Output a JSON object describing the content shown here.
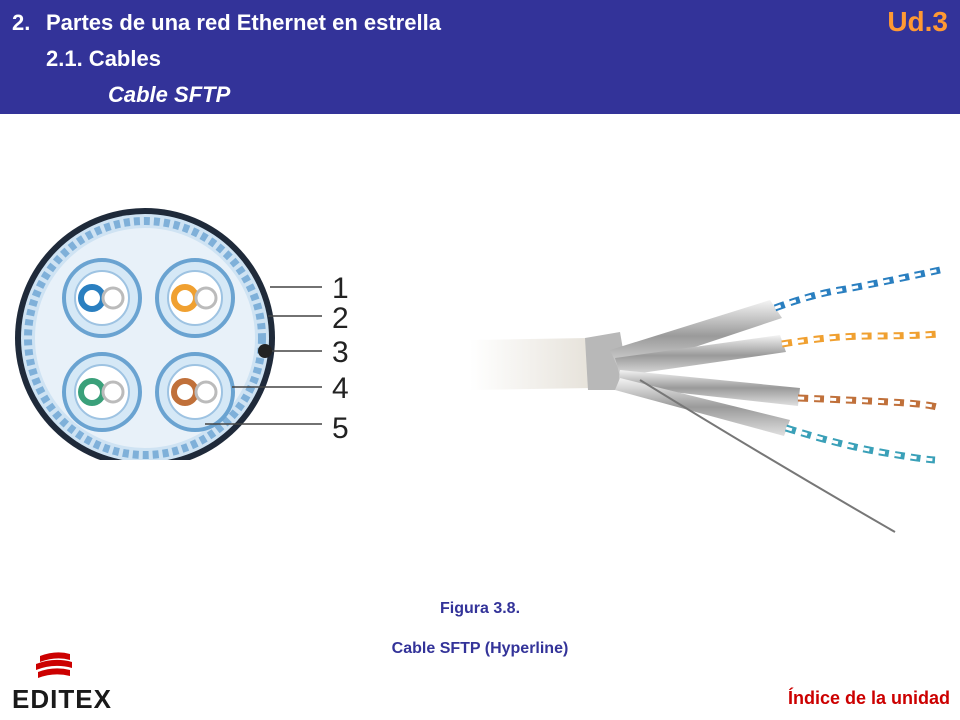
{
  "header": {
    "section_number": "2.",
    "section_title": "Partes de una red Ethernet en estrella",
    "subsection": "2.1. Cables",
    "topic": "Cable SFTP",
    "unit_label": "Ud.3"
  },
  "figure": {
    "labels": [
      "1",
      "2",
      "3",
      "4",
      "5"
    ],
    "caption_line1": "Figura 3.8.",
    "caption_line2": "Cable SFTP (Hyperline)"
  },
  "footer": {
    "logo_text": "EDITEX",
    "index_link": "Índice de la unidad"
  },
  "colors": {
    "header_bg": "#333399",
    "unit_label": "#ff9933",
    "caption": "#333399",
    "link": "#cc0000",
    "pair_blue": "#2a7fc0",
    "pair_orange": "#f0a030",
    "pair_green": "#3aa07a",
    "pair_brown": "#c0703a"
  }
}
